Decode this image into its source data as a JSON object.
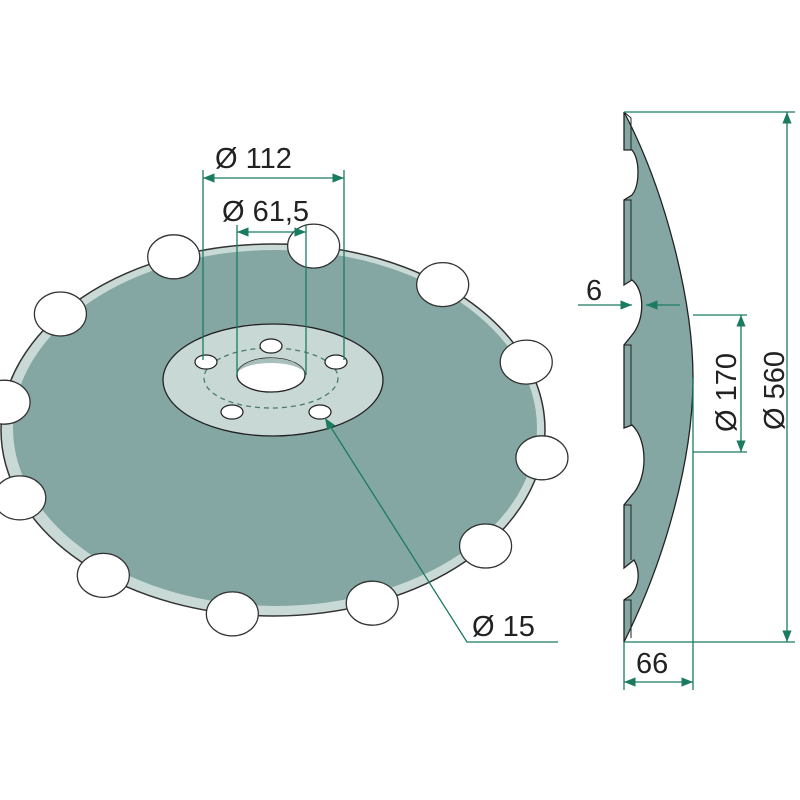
{
  "title": "Notched disc blade technical drawing",
  "dimensions": {
    "bolt_outer": "Ø 112",
    "bolt_circle": "Ø 61,5",
    "hole": "Ø 15",
    "thickness": "6",
    "hub": "Ø 170",
    "diameter": "Ø 560",
    "concavity": "66"
  },
  "colors": {
    "disc": "#84a7a3",
    "bevel": "#c9d9d6",
    "hub": "#c8d8d5",
    "dimension_line": "#1b7b60"
  }
}
